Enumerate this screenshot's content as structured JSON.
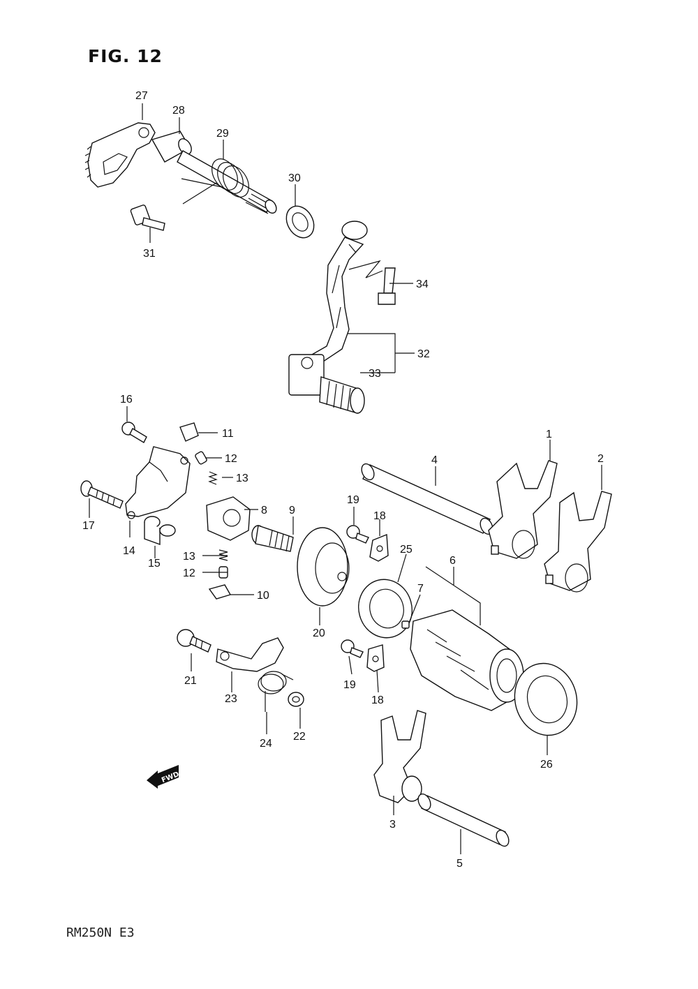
{
  "figure": {
    "title": "FIG. 12",
    "model_code": "RM250N E3",
    "fwd_label": "FWD"
  },
  "callouts": {
    "p1": "1",
    "p2": "2",
    "p3": "3",
    "p4": "4",
    "p5": "5",
    "p6": "6",
    "p7": "7",
    "p8": "8",
    "p9": "9",
    "p10": "10",
    "p11": "11",
    "p12a": "12",
    "p12b": "12",
    "p13a": "13",
    "p13b": "13",
    "p14": "14",
    "p15": "15",
    "p16": "16",
    "p17": "17",
    "p18a": "18",
    "p18b": "18",
    "p19a": "19",
    "p19b": "19",
    "p20": "20",
    "p21": "21",
    "p22": "22",
    "p23": "23",
    "p24": "24",
    "p25": "25",
    "p26": "26",
    "p27": "27",
    "p28": "28",
    "p29": "29",
    "p30": "30",
    "p31": "31",
    "p32": "32",
    "p33": "33",
    "p34": "34"
  }
}
